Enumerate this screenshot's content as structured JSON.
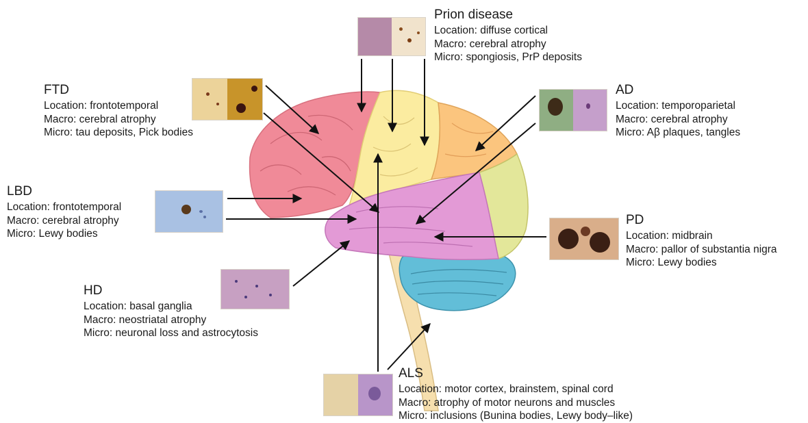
{
  "diseases": {
    "prion": {
      "title": "Prion disease",
      "location": "Location: diffuse cortical",
      "macro": "Macro: cerebral atrophy",
      "micro": "Micro: spongiosis, PrP deposits"
    },
    "ftd": {
      "title": "FTD",
      "location": "Location: frontotemporal",
      "macro": "Macro: cerebral atrophy",
      "micro": "Micro: tau deposits, Pick bodies"
    },
    "ad": {
      "title": "AD",
      "location": "Location: temporoparietal",
      "macro": "Macro: cerebral atrophy",
      "micro": "Micro: Aβ plaques, tangles"
    },
    "lbd": {
      "title": "LBD",
      "location": "Location: frontotemporal",
      "macro": "Macro: cerebral atrophy",
      "micro": "Micro: Lewy bodies"
    },
    "pd": {
      "title": "PD",
      "location": "Location: midbrain",
      "macro": "Macro: pallor of substantia nigra",
      "micro": "Micro: Lewy bodies"
    },
    "hd": {
      "title": "HD",
      "location": "Location: basal ganglia",
      "macro": "Macro: neostriatal atrophy",
      "micro": "Micro: neuronal loss and astrocytosis"
    },
    "als": {
      "title": "ALS",
      "location": "Location: motor cortex, brainstem, spinal cord",
      "macro": "Macro: atrophy of motor neurons and muscles",
      "micro": "Micro: inclusions (Bunina bodies, Lewy body–like)"
    }
  },
  "colors": {
    "frontal_lobe": "#f08a98",
    "parietal_motor": "#fbeca0",
    "parietal_orange": "#fbc57e",
    "temporal_lobe": "#e39ad6",
    "occipital_lobe": "#e3e79a",
    "cerebellum": "#62bed8",
    "brainstem": "#f6dfae",
    "arrow": "#111111"
  }
}
